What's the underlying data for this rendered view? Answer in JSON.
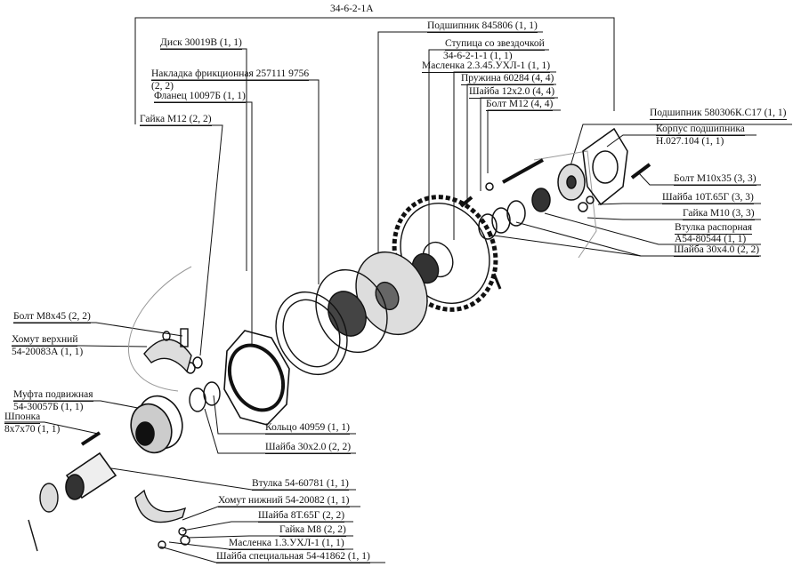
{
  "title": "34-6-2-1A",
  "labels": {
    "bearing_845806": "Подшипник 845806 (1, 1)",
    "disk": "Диск 30019В (1, 1)",
    "hub_1": "Ступица со звездочкой",
    "hub_2": "34-6-2-1-1 (1, 1)",
    "oiler_2345": "Маслeнка 2.3.45.УХЛ-1 (1, 1)",
    "lining_1": "Накладка фрикционная 257111 9756",
    "lining_2": "(2, 2)",
    "spring": "Пружина 60284 (4, 4)",
    "flange": "Фланец 10097Б (1, 1)",
    "washer_12": "Шайба 12х2.0 (4, 4)",
    "bolt_m12": "Болт М12 (4, 4)",
    "nut_m12": "Гайка М12 (2, 2)",
    "bearing_580306": "Подшипник 580306К.С17 (1, 1)",
    "housing_1": "Корпус подшипника",
    "housing_2": "Н.027.104 (1, 1)",
    "bolt_m10": "Болт М10х35 (3, 3)",
    "washer_10t": "Шайба 10Т.65Г (3, 3)",
    "nut_m10": "Гайка М10 (3, 3)",
    "spacer_1": "Втулка распорная",
    "spacer_2": "А54-80544 (1, 1)",
    "washer_30x4": "Шайба 30х4.0 (2, 2)",
    "bolt_m8": "Болт М8х45 (2, 2)",
    "clamp_upper_1": "Хомут верхний",
    "clamp_upper_2": "54-20083А (1, 1)",
    "coupling_1": "Муфта подвижная",
    "coupling_2": "54-30057Б (1, 1)",
    "key_1": "Шпонка",
    "key_2": "8х7х70 (1, 1)",
    "ring": "Кольцо 40959 (1, 1)",
    "washer_30x2": "Шайба 30х2.0 (2, 2)",
    "bushing": "Втулка 54-60781 (1, 1)",
    "clamp_lower": "Хомут нижний 54-20082 (1, 1)",
    "washer_8t": "Шайба 8Т.65Г (2, 2)",
    "nut_m8": "Гайка М8 (2, 2)",
    "oiler_13": "Масленка 1.3.УХЛ-1 (1, 1)",
    "washer_special": "Шайба специальная 54-41862 (1, 1)"
  }
}
